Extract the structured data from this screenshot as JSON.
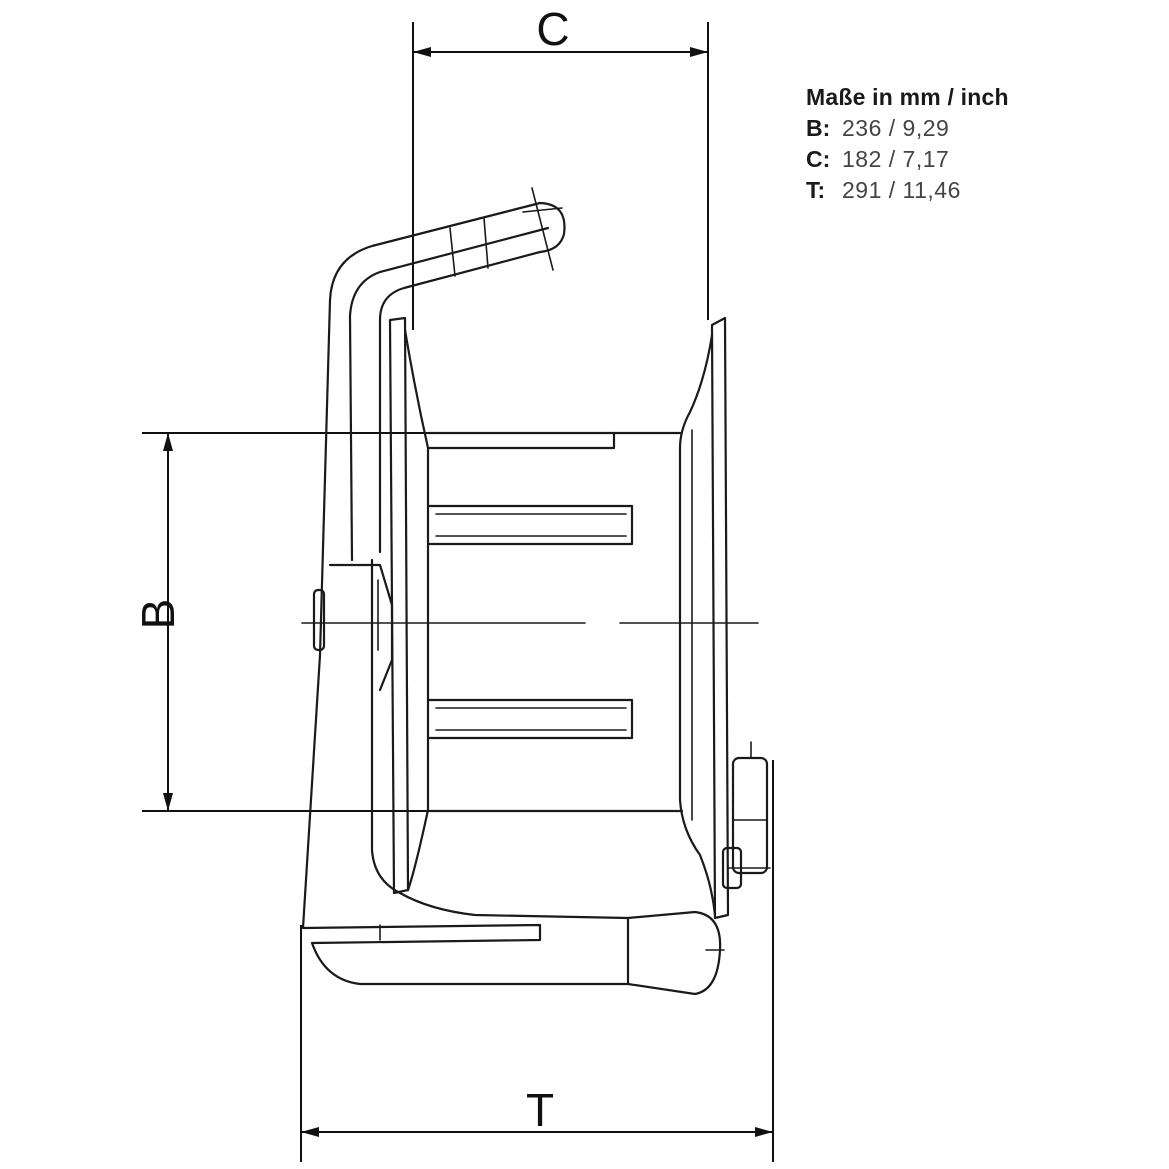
{
  "legend": {
    "title": "Maße in mm / inch",
    "rows": [
      {
        "key": "B:",
        "value": "236 / 9,29"
      },
      {
        "key": "C:",
        "value": "182 / 7,17"
      },
      {
        "key": "T:",
        "value": "291 / 11,46"
      }
    ]
  },
  "dimensions": {
    "b_label": "B",
    "c_label": "C",
    "t_label": "T"
  }
}
